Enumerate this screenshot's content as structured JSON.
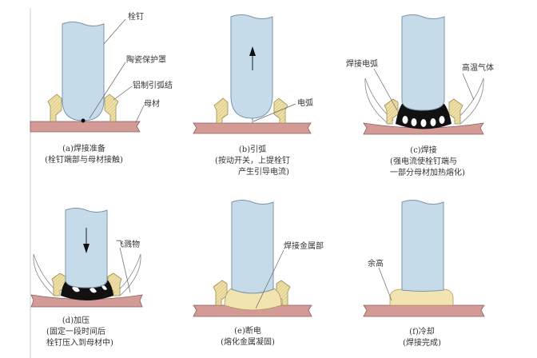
{
  "panels": [
    {
      "title": "(a)焊接准备",
      "caption": [
        "(栓钉端部与母材接触)"
      ],
      "labels": [
        "栓钉",
        "陶瓷保护罩",
        "铝制引弧结",
        "母材"
      ]
    },
    {
      "title": "(b)引弧",
      "caption": [
        "(按动开关，上提栓钉",
        "产生引导电流)"
      ],
      "labels": [
        "电弧"
      ]
    },
    {
      "title": "(c)焊接",
      "caption": [
        "(强电流使栓钉端与",
        "一部分母材加热熔化)"
      ],
      "labels": [
        "焊接电弧",
        "高温气体"
      ]
    },
    {
      "title": "(d)加压",
      "caption": [
        "(固定一段时间后",
        "栓钉压入到母材中)"
      ],
      "labels": [
        "飞溅物"
      ]
    },
    {
      "title": "(e)断电",
      "caption": [
        "(熔化金属凝固)"
      ],
      "labels": [
        "焊接金属部"
      ]
    },
    {
      "title": "(f)冷却",
      "caption": [
        "(焊接完成)"
      ],
      "labels": [
        "余高"
      ]
    }
  ]
}
